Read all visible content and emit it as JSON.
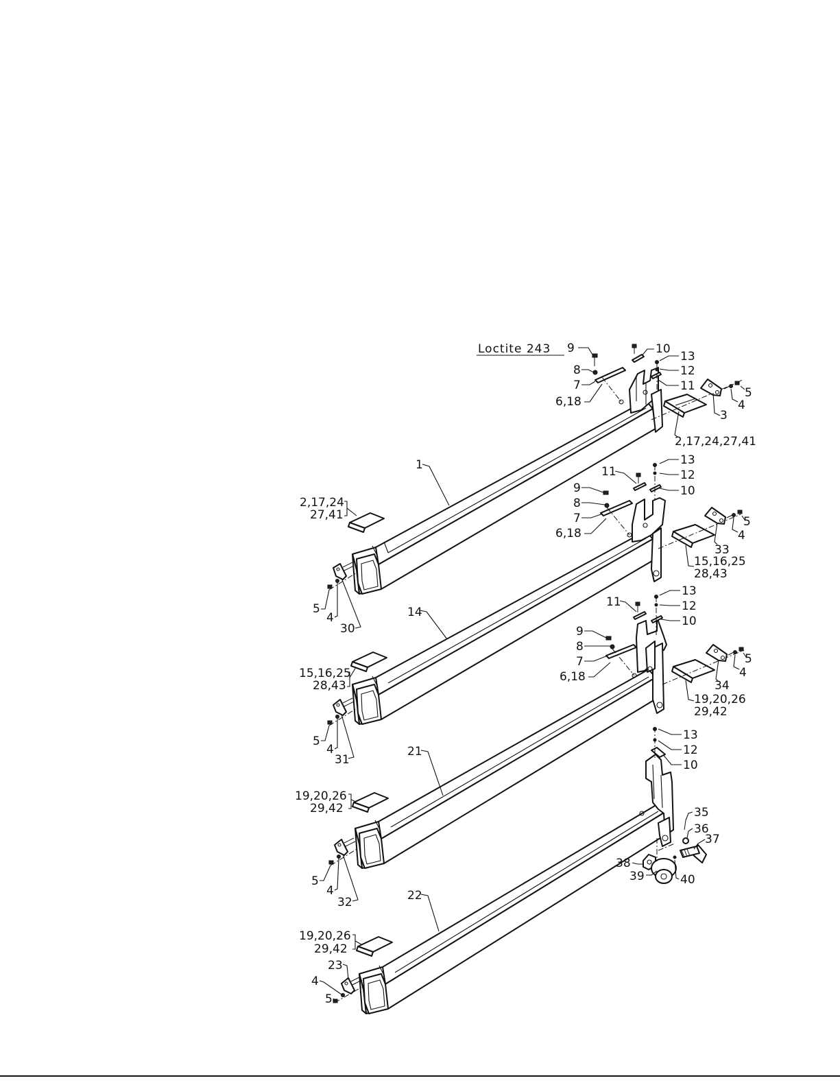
{
  "diagram": {
    "note": "Loctite 243",
    "assemblies": [
      {
        "id": "a1",
        "beam_label": "1",
        "top_callouts": [
          "9",
          "8",
          "7",
          "6,18",
          "10",
          "13",
          "12",
          "11",
          "5",
          "3",
          "4"
        ],
        "right_pad_label": "2,17,24,27,41",
        "left_pad_label": [
          "2,17,24",
          "27,41"
        ],
        "left_callouts": [
          "5",
          "4",
          "30"
        ]
      },
      {
        "id": "a2",
        "beam_label": "14",
        "top_callouts": [
          "11",
          "13",
          "12",
          "10",
          "9",
          "8",
          "7",
          "6,18",
          "5",
          "33",
          "4"
        ],
        "right_pad_label": [
          "15,16,25",
          "28,43"
        ],
        "left_pad_label": [
          "15,16,25",
          "28,43"
        ],
        "left_callouts": [
          "5",
          "4",
          "31"
        ]
      },
      {
        "id": "a3",
        "beam_label": "21",
        "top_callouts": [
          "11",
          "13",
          "12",
          "10",
          "9",
          "8",
          "7",
          "6,18",
          "5",
          "34",
          "4"
        ],
        "right_pad_label": [
          "19,20,26",
          "29,42"
        ],
        "left_pad_label": [
          "19,20,26",
          "29,42"
        ],
        "left_callouts": [
          "5",
          "4",
          "32"
        ]
      },
      {
        "id": "a4",
        "beam_label": "22",
        "top_callouts": [
          "13",
          "12",
          "10",
          "35",
          "36",
          "37",
          "38",
          "39",
          "40"
        ],
        "left_pad_label": [
          "19,20,26",
          "29,42"
        ],
        "left_callouts": [
          "23",
          "4",
          "5"
        ]
      }
    ]
  }
}
